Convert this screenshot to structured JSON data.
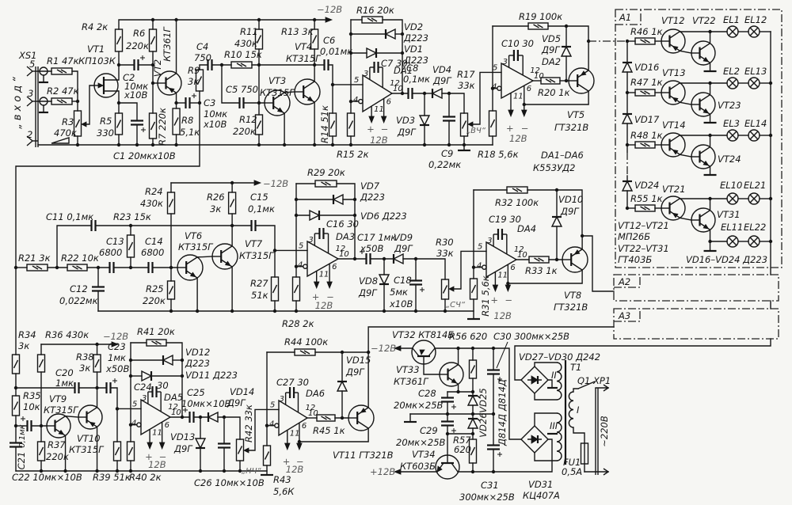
{
  "components": {
    "XS1": {
      "ref": "XS1",
      "pins": [
        "5",
        "3",
        "2"
      ],
      "caption": "„вход“"
    },
    "R1": {
      "ref": "R1",
      "value": "47к"
    },
    "R2": {
      "ref": "R2",
      "value": "47к"
    },
    "R3": {
      "ref": "R3",
      "value": "470к"
    },
    "R4": {
      "ref": "R4",
      "value": "2к"
    },
    "R5": {
      "ref": "R5",
      "value": "330"
    },
    "R6": {
      "ref": "R6",
      "value": "220к"
    },
    "R7": {
      "ref": "R7",
      "value": "220к"
    },
    "R8": {
      "ref": "R8",
      "value": "5,1к"
    },
    "R9": {
      "ref": "R9",
      "value": "3к"
    },
    "R10": {
      "ref": "R10",
      "value": "15к"
    },
    "R11": {
      "ref": "R11",
      "value": "430к"
    },
    "R12": {
      "ref": "R12",
      "value": "220к"
    },
    "R13": {
      "ref": "R13",
      "value": "3к"
    },
    "R14": {
      "ref": "R14",
      "value": "51к"
    },
    "R15": {
      "ref": "R15",
      "value": "2к"
    },
    "R16": {
      "ref": "R16",
      "value": "20к"
    },
    "R17": {
      "ref": "R17",
      "value": "33к",
      "caption": "„ВЧ“"
    },
    "R18": {
      "ref": "R18",
      "value": "5,6к"
    },
    "R19": {
      "ref": "R19",
      "value": "100к"
    },
    "R20": {
      "ref": "R20",
      "value": "1к"
    },
    "R21": {
      "ref": "R21",
      "value": "3к"
    },
    "R22": {
      "ref": "R22",
      "value": "10к"
    },
    "R23": {
      "ref": "R23",
      "value": "15к"
    },
    "R24": {
      "ref": "R24",
      "value": "430к"
    },
    "R25": {
      "ref": "R25",
      "value": "220к"
    },
    "R26": {
      "ref": "R26",
      "value": "3к"
    },
    "R27": {
      "ref": "R27",
      "value": "51к"
    },
    "R28": {
      "ref": "R28",
      "value": "2к"
    },
    "R29": {
      "ref": "R29",
      "value": "20к"
    },
    "R30": {
      "ref": "R30",
      "value": "33к",
      "caption": "„СЧ“"
    },
    "R31": {
      "ref": "R31",
      "value": "5,6к"
    },
    "R32": {
      "ref": "R32",
      "value": "100к"
    },
    "R33": {
      "ref": "R33",
      "value": "1к"
    },
    "R34": {
      "ref": "R34",
      "value": "3к"
    },
    "R35": {
      "ref": "R35",
      "value": "10к"
    },
    "R36": {
      "ref": "R36",
      "value": "430к"
    },
    "R37": {
      "ref": "R37",
      "value": "220к"
    },
    "R38": {
      "ref": "R38",
      "value": "3к"
    },
    "R39": {
      "ref": "R39",
      "value": "51к"
    },
    "R40": {
      "ref": "R40",
      "value": "2к"
    },
    "R41": {
      "ref": "R41",
      "value": "20к"
    },
    "R42": {
      "ref": "R42",
      "value": "33к",
      "caption": "„НЧ“"
    },
    "R43": {
      "ref": "R43",
      "value": "5,6К"
    },
    "R44": {
      "ref": "R44",
      "value": "100к"
    },
    "R45": {
      "ref": "R45",
      "value": "1к"
    },
    "R46": {
      "ref": "R46",
      "value": "1к"
    },
    "R47": {
      "ref": "R47",
      "value": "1к"
    },
    "R48": {
      "ref": "R48",
      "value": "1к"
    },
    "R55": {
      "ref": "R55",
      "value": "1к"
    },
    "R56": {
      "ref": "R56",
      "value": "620"
    },
    "R57": {
      "ref": "R57",
      "value": "620"
    },
    "C1": {
      "ref": "C1",
      "value": "20мк",
      "rating": "х10В"
    },
    "C2": {
      "ref": "C2",
      "value": "10мк",
      "rating": "х10В"
    },
    "C3": {
      "ref": "C3",
      "value": "10мк",
      "rating": "х10В"
    },
    "C4": {
      "ref": "C4",
      "value": "750"
    },
    "C5": {
      "ref": "C5",
      "value": "750"
    },
    "C6": {
      "ref": "C6",
      "value": "0,01мк"
    },
    "C7": {
      "ref": "C7",
      "value": "30"
    },
    "C8": {
      "ref": "C8",
      "value": "0,1мк"
    },
    "C9": {
      "ref": "C9",
      "value": "0,22мк"
    },
    "C10": {
      "ref": "C10",
      "value": "30"
    },
    "C11": {
      "ref": "C11",
      "value": "0,1мк"
    },
    "C12": {
      "ref": "C12",
      "value": "0,022мк"
    },
    "C13": {
      "ref": "C13",
      "value": "6800"
    },
    "C14": {
      "ref": "C14",
      "value": "6800"
    },
    "C15": {
      "ref": "C15",
      "value": "0,1мк"
    },
    "C16": {
      "ref": "C16",
      "value": "30"
    },
    "C17": {
      "ref": "C17",
      "value": "1мк",
      "rating": "х50В"
    },
    "C18": {
      "ref": "C18",
      "value": "5мк",
      "rating": "х10В"
    },
    "C19": {
      "ref": "C19",
      "value": "30"
    },
    "C20": {
      "ref": "C20",
      "value": "1мк"
    },
    "C21": {
      "ref": "C21",
      "value": "0,1мк"
    },
    "C22": {
      "ref": "C22",
      "value": "10мк×10В"
    },
    "C23": {
      "ref": "C23",
      "value": "1мк",
      "rating": "х50В"
    },
    "C24": {
      "ref": "C24",
      "value": "30"
    },
    "C25": {
      "ref": "C25",
      "value": "10мк×10В"
    },
    "C26": {
      "ref": "C26",
      "value": "10мк×10В"
    },
    "C27": {
      "ref": "C27",
      "value": "30"
    },
    "C28": {
      "ref": "C28",
      "value": "20мк×25В"
    },
    "C29": {
      "ref": "C29",
      "value": "20мк×25В"
    },
    "C30": {
      "ref": "C30",
      "value": "300мк×25В"
    },
    "C31": {
      "ref": "C31",
      "value": "300мк×25В"
    },
    "VT1": {
      "ref": "VT1",
      "type": "КП103К"
    },
    "VT2": {
      "ref": "VT2",
      "type": "КТ361Г"
    },
    "VT3": {
      "ref": "VT3",
      "type": "КТ315Г"
    },
    "VT4": {
      "ref": "VT4",
      "type": "КТ315Г"
    },
    "VT5": {
      "ref": "VT5",
      "type": "ГТ321В"
    },
    "VT6": {
      "ref": "VT6",
      "type": "КТ315Г"
    },
    "VT7": {
      "ref": "VT7",
      "type": "КТ315Г"
    },
    "VT8": {
      "ref": "VT8",
      "type": "ГТ321В"
    },
    "VT9": {
      "ref": "VT9",
      "type": "КТ315Г"
    },
    "VT10": {
      "ref": "VT10",
      "type": "КТ315Г"
    },
    "VT11": {
      "ref": "VT11",
      "type": "ГТ321В"
    },
    "VT12": {
      "ref": "VT12"
    },
    "VT13": {
      "ref": "VT13"
    },
    "VT14": {
      "ref": "VT14"
    },
    "VT21": {
      "ref": "VT21"
    },
    "VT22": {
      "ref": "VT22"
    },
    "VT23": {
      "ref": "VT23"
    },
    "VT24": {
      "ref": "VT24"
    },
    "VT31": {
      "ref": "VT31"
    },
    "VT32": {
      "ref": "VT32",
      "type": "КТ814Б"
    },
    "VT33": {
      "ref": "VT33",
      "type": "КТ361Г"
    },
    "VT34": {
      "ref": "VT34",
      "type": "КТ603Б"
    },
    "VD1": {
      "ref": "VD1",
      "type": "Д223"
    },
    "VD2": {
      "ref": "VD2",
      "type": "Д223"
    },
    "VD3": {
      "ref": "VD3",
      "type": "Д9Г"
    },
    "VD4": {
      "ref": "VD4",
      "type": "Д9Г"
    },
    "VD5": {
      "ref": "VD5",
      "type": "Д9Г"
    },
    "VD6": {
      "ref": "VD6",
      "type": "Д223"
    },
    "VD7": {
      "ref": "VD7",
      "type": "Д223"
    },
    "VD8": {
      "ref": "VD8",
      "type": "Д9Г"
    },
    "VD9": {
      "ref": "VD9",
      "type": "Д9Г"
    },
    "VD10": {
      "ref": "VD10",
      "type": "Д9Г"
    },
    "VD11": {
      "ref": "VD11",
      "type": "Д223"
    },
    "VD12": {
      "ref": "VD12",
      "type": "Д223"
    },
    "VD13": {
      "ref": "VD13",
      "type": "Д9Г"
    },
    "VD14": {
      "ref": "VD14",
      "type": "Д9Г"
    },
    "VD15": {
      "ref": "VD15",
      "type": "Д9Г"
    },
    "VD16": {
      "ref": "VD16"
    },
    "VD17": {
      "ref": "VD17"
    },
    "VD24": {
      "ref": "VD24"
    },
    "VD25": {
      "ref": "VD25",
      "type": "Д814Д"
    },
    "VD26": {
      "ref": "VD26",
      "type": "Д814Д"
    },
    "VD27_30": {
      "ref": "VD27–VD30",
      "type": "Д242"
    },
    "VD31": {
      "ref": "VD31",
      "type": "КЦ407А"
    },
    "DA1": {
      "ref": "DA1"
    },
    "DA2": {
      "ref": "DA2"
    },
    "DA3": {
      "ref": "DA3"
    },
    "DA4": {
      "ref": "DA4"
    },
    "DA5": {
      "ref": "DA5"
    },
    "DA6": {
      "ref": "DA6"
    },
    "EL1": {
      "ref": "EL1"
    },
    "EL12": {
      "ref": "EL12"
    },
    "EL2": {
      "ref": "EL2"
    },
    "EL13": {
      "ref": "EL13"
    },
    "EL3": {
      "ref": "EL3"
    },
    "EL14": {
      "ref": "EL14"
    },
    "EL10": {
      "ref": "EL10"
    },
    "EL21": {
      "ref": "EL21"
    },
    "EL11": {
      "ref": "EL11"
    },
    "EL22": {
      "ref": "EL22"
    },
    "T1": {
      "ref": "T1",
      "windings": [
        "I",
        "II",
        "III"
      ]
    },
    "Q1": {
      "ref": "Q1"
    },
    "XP1": {
      "ref": "XP1"
    },
    "FU1": {
      "ref": "FU1",
      "value": "0,5А"
    }
  },
  "opamp_pins": {
    "comp_a": "3",
    "in_noninv": "5",
    "in_inv": "4",
    "comp_b": "12",
    "out": "10",
    "v_pos": "11",
    "v_neg": "6"
  },
  "power": {
    "neg": "−12В",
    "pos": "+12В",
    "opamp_plus": "+",
    "opamp_minus": "−",
    "opamp_voltage": "12В",
    "mains": "~220В"
  },
  "notes": {
    "opamps": "DA1–DA6",
    "opamp_type": "К553УД2",
    "vt_group_a": "VT12–VT21",
    "vt_group_a_type": "МП26Б",
    "vt_group_b": "VT22–VT31",
    "vt_group_b_type": "ГТ403Б",
    "vd_group": "VD16–VD24",
    "vd_group_type": "Д223"
  },
  "modules": {
    "A1": "A1",
    "A2": "A2",
    "A3": "A3"
  }
}
